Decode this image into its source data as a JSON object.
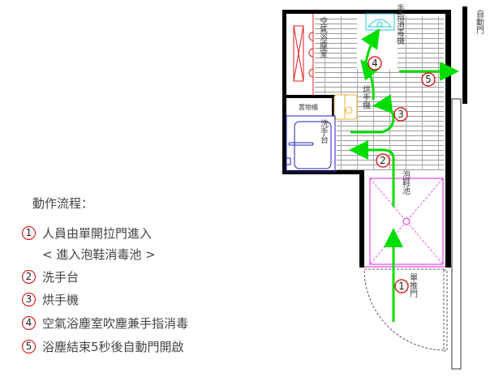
{
  "legend": {
    "title": "動作流程：",
    "items": [
      {
        "num": "1",
        "text": "人員由單開拉門進入"
      },
      {
        "num": "",
        "text": "< 進入泡鞋消毒池 >"
      },
      {
        "num": "2",
        "text": "洗手台"
      },
      {
        "num": "3",
        "text": "烘手機"
      },
      {
        "num": "4",
        "text": "空氣浴塵室吹塵兼手指消毒"
      },
      {
        "num": "5",
        "text": "浴塵結束5秒後自動門開啟"
      }
    ]
  },
  "plan": {
    "air_shower": "空氣浴塵室",
    "finger_disinfector": "手指消毒機",
    "hand_dryer": "烘手機",
    "locker": "置物櫃",
    "sink": "洗手台",
    "foot_bath": "泡鞋池",
    "auto_door": "自動門",
    "push_door": "單推門",
    "steps": [
      "1",
      "2",
      "3",
      "4",
      "5"
    ]
  },
  "colors": {
    "arrow": "#00dd00",
    "step_circle": "#dd0000",
    "wall": "#000000",
    "air_shower": "#e02020",
    "sink": "#2020c0",
    "foot_bath": "#e020e0",
    "dryer": "#f0b030",
    "basin": "#20c8e0"
  }
}
